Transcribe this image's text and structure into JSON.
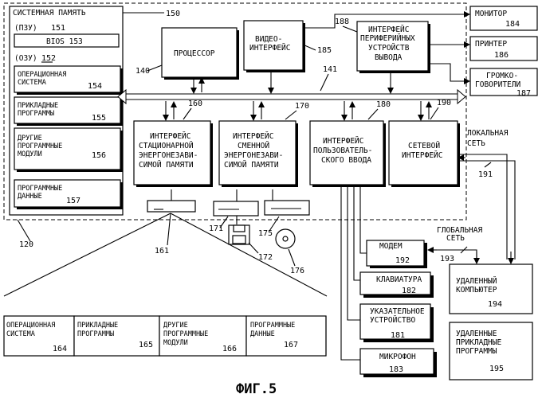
{
  "figure": {
    "caption": "ФИГ.5"
  },
  "system_memory": {
    "title": "СИСТЕМНАЯ ПАМЯТЬ",
    "ref": "150",
    "rom_label": "(ПЗУ)",
    "rom_ref": "151",
    "bios": "BIOS 153",
    "ram_label": "(ОЗУ)",
    "ram_ref": "152",
    "os": [
      "ОПЕРАЦИОННАЯ",
      "СИСТЕМА"
    ],
    "os_ref": "154",
    "apps": [
      "ПРИКЛАДНЫЕ",
      "ПРОГРАММЫ"
    ],
    "apps_ref": "155",
    "modules": [
      "ДРУГИЕ",
      "ПРОГРАММНЫЕ",
      "МОДУЛИ"
    ],
    "modules_ref": "156",
    "data": [
      "ПРОГРАММНЫЕ",
      "ДАННЫЕ"
    ],
    "data_ref": "157"
  },
  "computer_ref": "120",
  "processor": {
    "label": "ПРОЦЕССОР",
    "ref": "140"
  },
  "video": {
    "label": [
      "ВИДЕО-",
      "ИНТЕРФЕЙС"
    ],
    "ref": "185"
  },
  "periph": {
    "label": [
      "ИНТЕРФЕЙС",
      "ПЕРИФЕРИЙНЫХ",
      "УСТРОЙСТВ",
      "ВЫВОДА"
    ],
    "ref": "188"
  },
  "bus_ref": "141",
  "fixed_mem": {
    "label": [
      "ИНТЕРФЕЙС",
      "СТАЦИОНАРНОЙ",
      "ЭНЕРГОНЕЗАВИ-",
      "СИМОЙ ПАМЯТИ"
    ],
    "ref": "160"
  },
  "removable_mem": {
    "label": [
      "ИНТЕРФЕЙС",
      "СМЕННОЙ",
      "ЭНЕРГОНЕЗАВИ-",
      "СИМОЙ ПАМЯТИ"
    ],
    "ref": "170"
  },
  "user_input": {
    "label": [
      "ИНТЕРФЕЙС",
      "ПОЛЬЗОВАТЕЛЬ-",
      "СКОГО ВВОДА"
    ],
    "ref": "180"
  },
  "network": {
    "label": [
      "СЕТЕВОЙ",
      "ИНТЕРФЕЙС"
    ],
    "ref": "190"
  },
  "monitor": {
    "label": "МОНИТОР",
    "ref": "184"
  },
  "printer": {
    "label": "ПРИНТЕР",
    "ref": "186"
  },
  "speakers": {
    "label": [
      "ГРОМКО-",
      "ГОВОРИТЕЛИ"
    ],
    "ref": "187"
  },
  "lan": {
    "label": [
      "ЛОКАЛЬНАЯ",
      "СЕТЬ"
    ],
    "ref": "191"
  },
  "wan": {
    "label": [
      "ГЛОБАЛЬНАЯ",
      "СЕТЬ"
    ],
    "ref": "193"
  },
  "modem": {
    "label": "МОДЕМ",
    "ref": "192"
  },
  "keyboard": {
    "label": "КЛАВИАТУРА",
    "ref": "182"
  },
  "pointing": {
    "label": [
      "УКАЗАТЕЛЬНОЕ",
      "УСТРОЙСТВО"
    ],
    "ref": "181"
  },
  "microphone": {
    "label": "МИКРОФОН",
    "ref": "183"
  },
  "remote_pc": {
    "label": [
      "УДАЛЕННЫЙ",
      "КОМПЬЮТЕР"
    ],
    "ref": "194"
  },
  "remote_apps": {
    "label": [
      "УДАЛЕННЫЕ",
      "ПРИКЛАДНЫЕ",
      "ПРОГРАММЫ"
    ],
    "ref": "195"
  },
  "drives": {
    "hdd_ref": "161",
    "fdd_ref": "171",
    "floppy_ref": "172",
    "cd_ref": "175",
    "disc_ref": "176"
  },
  "disk_contents": {
    "os": [
      "ОПЕРАЦИОННАЯ",
      "СИСТЕМА"
    ],
    "os_ref": "164",
    "apps": [
      "ПРИКЛАДНЫЕ",
      "ПРОГРАММЫ"
    ],
    "apps_ref": "165",
    "modules": [
      "ДРУГИЕ",
      "ПРОГРАММНЫЕ",
      "МОДУЛИ"
    ],
    "modules_ref": "166",
    "data": [
      "ПРОГРАММНЫЕ",
      "ДАННЫЕ"
    ],
    "data_ref": "167"
  }
}
